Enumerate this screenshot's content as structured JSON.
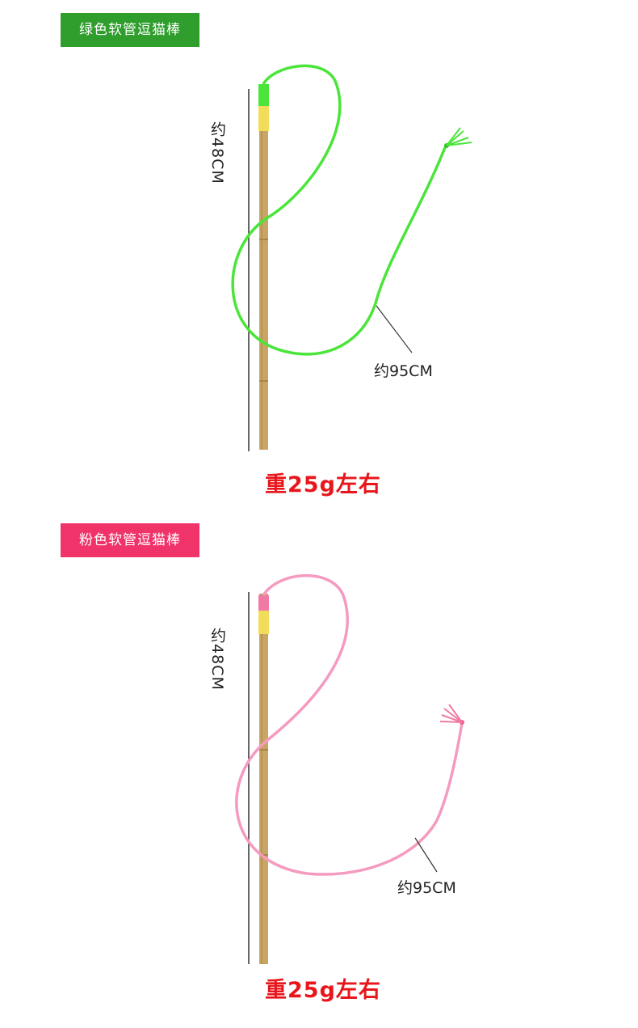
{
  "green": {
    "label": "绿色软管逗猫棒",
    "stick_length": "约48CM",
    "string_length": "约95CM",
    "weight": "重25g左右",
    "string_color": "#4be53a",
    "label_color": "#2f9e2d"
  },
  "pink": {
    "label": "粉色软管逗猫棒",
    "stick_length": "约48CM",
    "string_length": "约95CM",
    "weight": "重25g左右",
    "string_color": "#f59ac0",
    "label_color": "#f0346a"
  },
  "weight_color": "#e8161b"
}
